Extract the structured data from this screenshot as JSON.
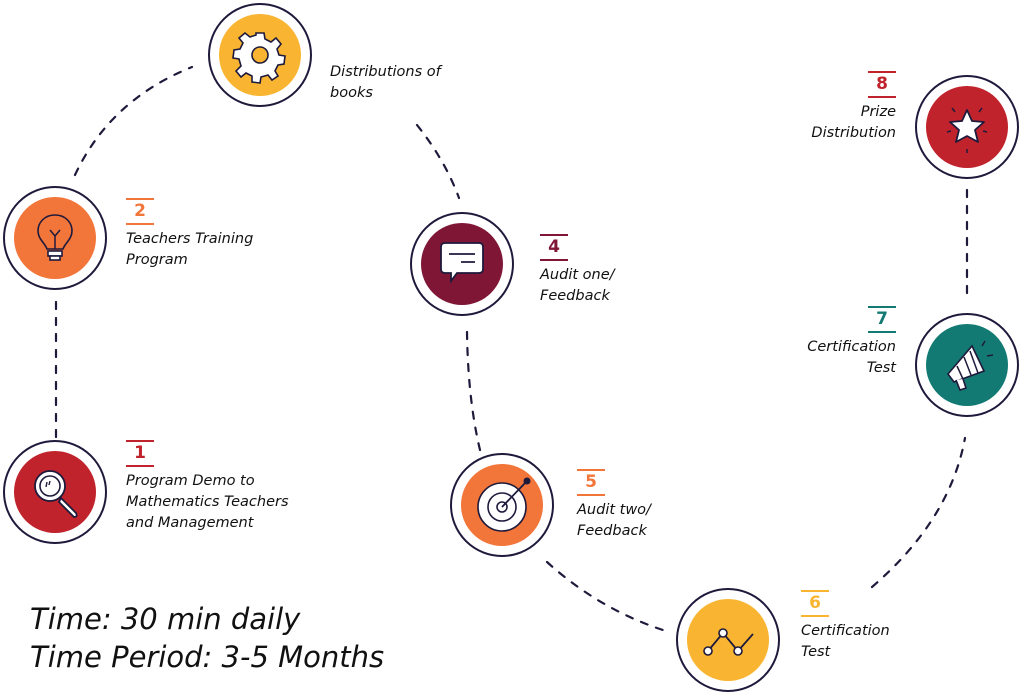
{
  "colors": {
    "outline": "#1e1a3c",
    "red": "#c0232c",
    "orange": "#f2753a",
    "yellow": "#f9b531",
    "maroon": "#7f1636",
    "teal": "#137a73"
  },
  "steps": [
    {
      "number": "1",
      "label": "Program Demo to\nMathematics Teachers\nand Management",
      "icon": "magnifier-icon",
      "color": "#c0232c"
    },
    {
      "number": "2",
      "label": "Teachers Training\nProgram",
      "icon": "lightbulb-icon",
      "color": "#f2753a"
    },
    {
      "number": "",
      "label": "Distributions of\nbooks",
      "icon": "gear-icon",
      "color": "#f9b531"
    },
    {
      "number": "4",
      "label": "Audit one/\nFeedback",
      "icon": "chat-bubble-icon",
      "color": "#7f1636"
    },
    {
      "number": "5",
      "label": "Audit two/\nFeedback",
      "icon": "target-icon",
      "color": "#f2753a"
    },
    {
      "number": "6",
      "label": "Certification\nTest",
      "icon": "line-graph-icon",
      "color": "#f9b531"
    },
    {
      "number": "7",
      "label": "Certification\nTest",
      "icon": "megaphone-icon",
      "color": "#137a73"
    },
    {
      "number": "8",
      "label": "Prize\nDistribution",
      "icon": "star-icon",
      "color": "#c0232c"
    }
  ],
  "footer": {
    "time": "Time: 30 min daily",
    "period": "Time Period: 3-5 Months"
  }
}
